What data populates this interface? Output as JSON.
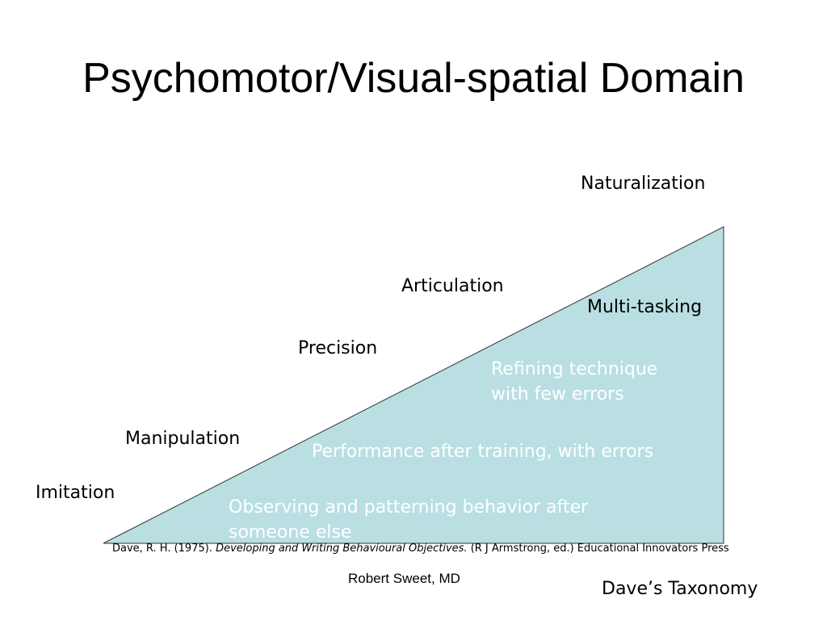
{
  "slide": {
    "title": "Psychomotor/Visual-spatial Domain",
    "triangle_fill": "#b9dfe3",
    "levels": {
      "naturalization": "Naturalization",
      "articulation": "Articulation",
      "precision": "Precision",
      "manipulation": "Manipulation",
      "imitation": "Imitation"
    },
    "descriptions": {
      "naturalization": "Multi-tasking",
      "articulation_line1": "Refining technique",
      "articulation_line2": "with few errors",
      "manipulation": "Performance after training, with errors",
      "imitation_line1": "Observing and patterning behavior after",
      "imitation_line2": "someone else"
    },
    "citation": {
      "prefix": "Dave, R. H. (1975). ",
      "book": "Developing and Writing Behavioural Objectives.",
      "suffix": " (R J Armstrong, ed.) Educational Innovators Press"
    },
    "author": "Robert Sweet, MD",
    "subtitle": "Dave’s Taxonomy"
  }
}
